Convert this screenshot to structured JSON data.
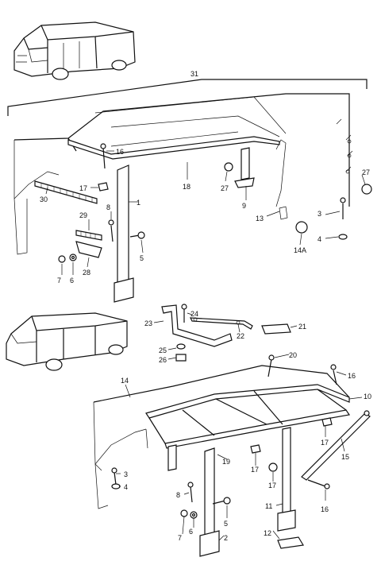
{
  "upper": {
    "group_label": "31",
    "callouts": [
      {
        "key": "c16a",
        "text": "16"
      },
      {
        "key": "c17a",
        "text": "17"
      },
      {
        "key": "c18",
        "text": "18"
      },
      {
        "key": "c27a",
        "text": "27"
      },
      {
        "key": "c9",
        "text": "9"
      },
      {
        "key": "c27b",
        "text": "27"
      },
      {
        "key": "c30",
        "text": "30"
      },
      {
        "key": "c1",
        "text": "1"
      },
      {
        "key": "c29",
        "text": "29"
      },
      {
        "key": "c8a",
        "text": "8"
      },
      {
        "key": "c13",
        "text": "13"
      },
      {
        "key": "c3a",
        "text": "3"
      },
      {
        "key": "c4a",
        "text": "4"
      },
      {
        "key": "c5a",
        "text": "5"
      },
      {
        "key": "c7a",
        "text": "7"
      },
      {
        "key": "c6a",
        "text": "6"
      },
      {
        "key": "c28",
        "text": "28"
      },
      {
        "key": "c14a",
        "text": "14A"
      }
    ]
  },
  "lower": {
    "callouts": [
      {
        "key": "c23",
        "text": "23"
      },
      {
        "key": "c24",
        "text": "24"
      },
      {
        "key": "c22",
        "text": "22"
      },
      {
        "key": "c21",
        "text": "21"
      },
      {
        "key": "c25",
        "text": "25"
      },
      {
        "key": "c26",
        "text": "26"
      },
      {
        "key": "c20",
        "text": "20"
      },
      {
        "key": "c14",
        "text": "14"
      },
      {
        "key": "c16b",
        "text": "16"
      },
      {
        "key": "c10",
        "text": "10"
      },
      {
        "key": "c17b",
        "text": "17"
      },
      {
        "key": "c15",
        "text": "15"
      },
      {
        "key": "c19",
        "text": "19"
      },
      {
        "key": "c17c",
        "text": "17"
      },
      {
        "key": "c17d",
        "text": "17"
      },
      {
        "key": "c3b",
        "text": "3"
      },
      {
        "key": "c4b",
        "text": "4"
      },
      {
        "key": "c8b",
        "text": "8"
      },
      {
        "key": "c16c",
        "text": "16"
      },
      {
        "key": "c11",
        "text": "11"
      },
      {
        "key": "c6b",
        "text": "6"
      },
      {
        "key": "c5b",
        "text": "5"
      },
      {
        "key": "c7b",
        "text": "7"
      },
      {
        "key": "c2",
        "text": "2"
      },
      {
        "key": "c12",
        "text": "12"
      }
    ]
  }
}
